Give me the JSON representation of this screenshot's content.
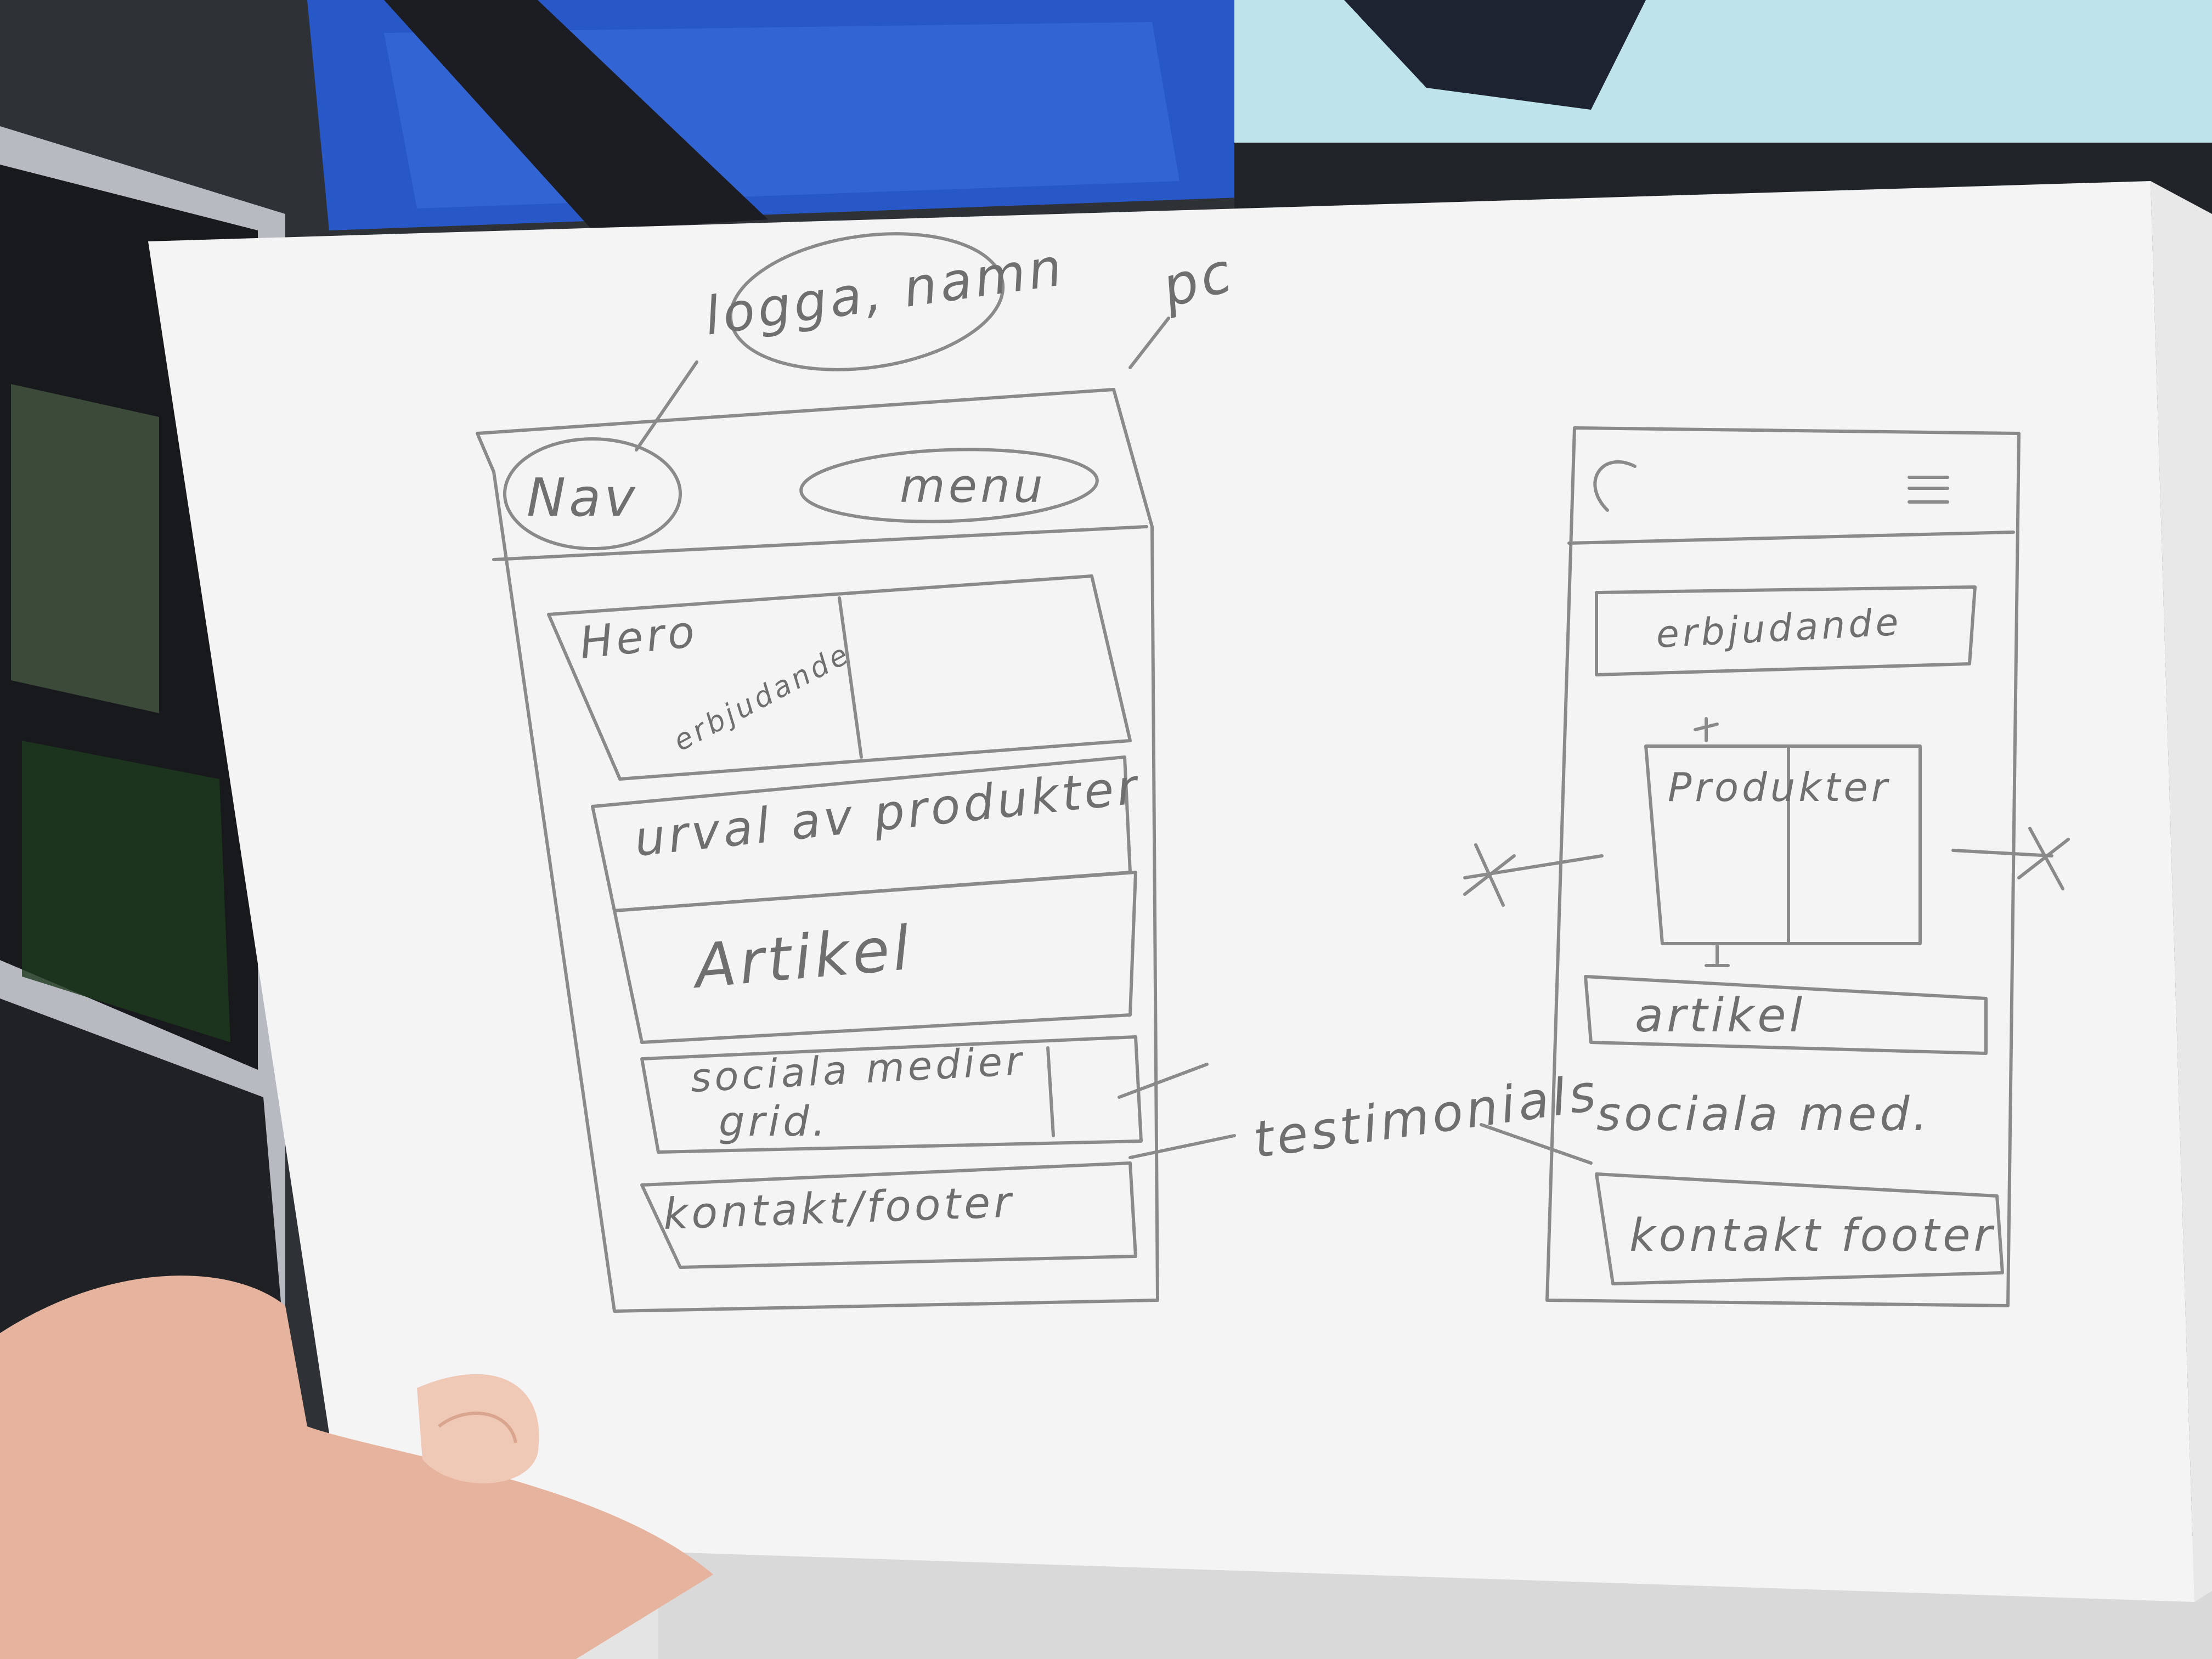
{
  "colors": {
    "paper": "#f4f4f4",
    "pencil": "#8a8a8a",
    "pencil_dark": "#5a5a5a",
    "jacket_blue": "#2a5fd0",
    "laptop": "#b9bcc1",
    "keyboard": "#1f2124",
    "skin": "#e9b9a4",
    "table": "#e6e6e6"
  },
  "sketch": {
    "logo_note": "logga, namn",
    "pc_note": "pc",
    "desktop": {
      "nav": "Nav",
      "menu": "menu",
      "hero": "Hero",
      "hero_sub": "erbjudande",
      "products": "urval av produkter",
      "article": "Artikel",
      "social": "sociala medier",
      "social_grid": "grid.",
      "footer": "kontakt/footer"
    },
    "testimonials_note": "testimonials",
    "mobile": {
      "offer": "erbjudande",
      "products": "Produkter",
      "article": "artikel",
      "social": "sociala med.",
      "footer": "kontakt footer"
    }
  }
}
